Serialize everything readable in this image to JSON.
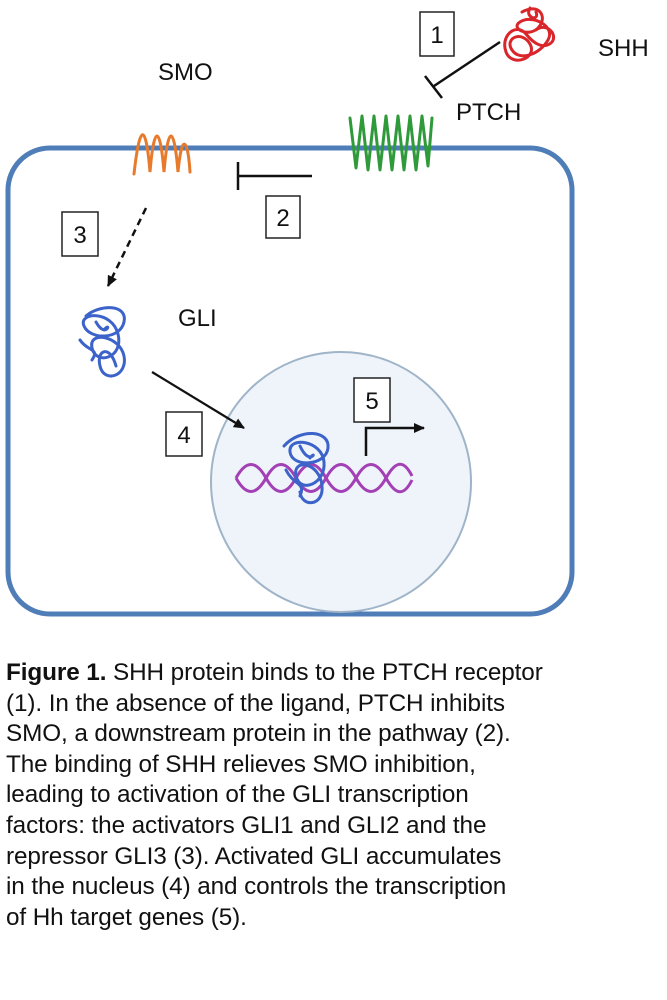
{
  "diagram": {
    "labels": {
      "shh": "SHH",
      "smo": "SMO",
      "ptch": "PTCH",
      "gli": "GLI"
    },
    "steps": [
      "1",
      "2",
      "3",
      "4",
      "5"
    ],
    "colors": {
      "cell_membrane": "#4f7db8",
      "nucleus_edge": "#9fb4c8",
      "shh": "#d9262b",
      "smo": "#e87a2c",
      "ptch": "#2f9a3a",
      "gli": "#3b63c9",
      "dna": "#a340b5"
    }
  },
  "caption": {
    "title": "Figure 1.",
    "lines": [
      " SHH protein binds to the PTCH receptor",
      "(1). In the absence of the ligand, PTCH inhibits",
      "SMO, a downstream protein in the pathway (2).",
      "The binding of SHH relieves SMO inhibition,",
      "leading to activation of the GLI transcription",
      "factors: the activators GLI1 and GLI2 and the",
      "repressor GLI3 (3). Activated GLI accumulates",
      "in the nucleus (4) and controls the transcription",
      "of Hh target genes (5)."
    ]
  }
}
